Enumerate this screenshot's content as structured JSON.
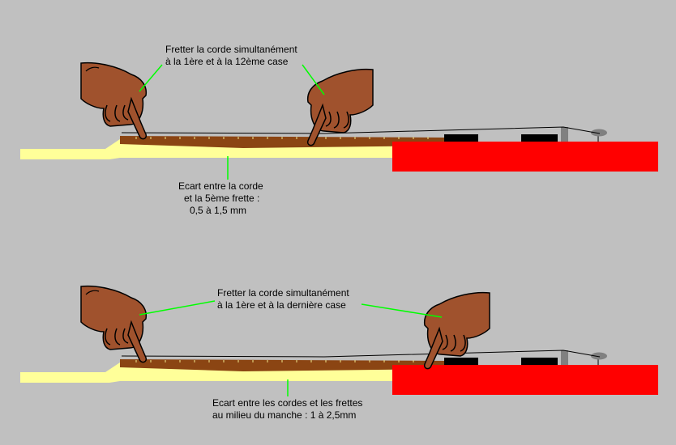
{
  "diagram1": {
    "instruction_line1": "Fretter la corde simultanément",
    "instruction_line2": "à la 1ère et à la 12ème case",
    "measure_line1": "Ecart entre la corde",
    "measure_line2": "et la 5ème frette :",
    "measure_line3": "0,5 à 1,5 mm"
  },
  "diagram2": {
    "instruction_line1": "Fretter la corde simultanément",
    "instruction_line2": "à la 1ère et à la dernière case",
    "measure_line1": "Ecart entre les cordes et les frettes",
    "measure_line2": "au milieu du manche : 1 à 2,5mm"
  },
  "colors": {
    "background": "#c0c0c0",
    "neck": "#ffff99",
    "fretboard": "#8b4513",
    "body": "#ff0000",
    "pointer_line": "#00ff00",
    "hand": "#a0522d"
  },
  "icons": [
    "pointing-hand-icon",
    "guitar-neck-icon"
  ]
}
